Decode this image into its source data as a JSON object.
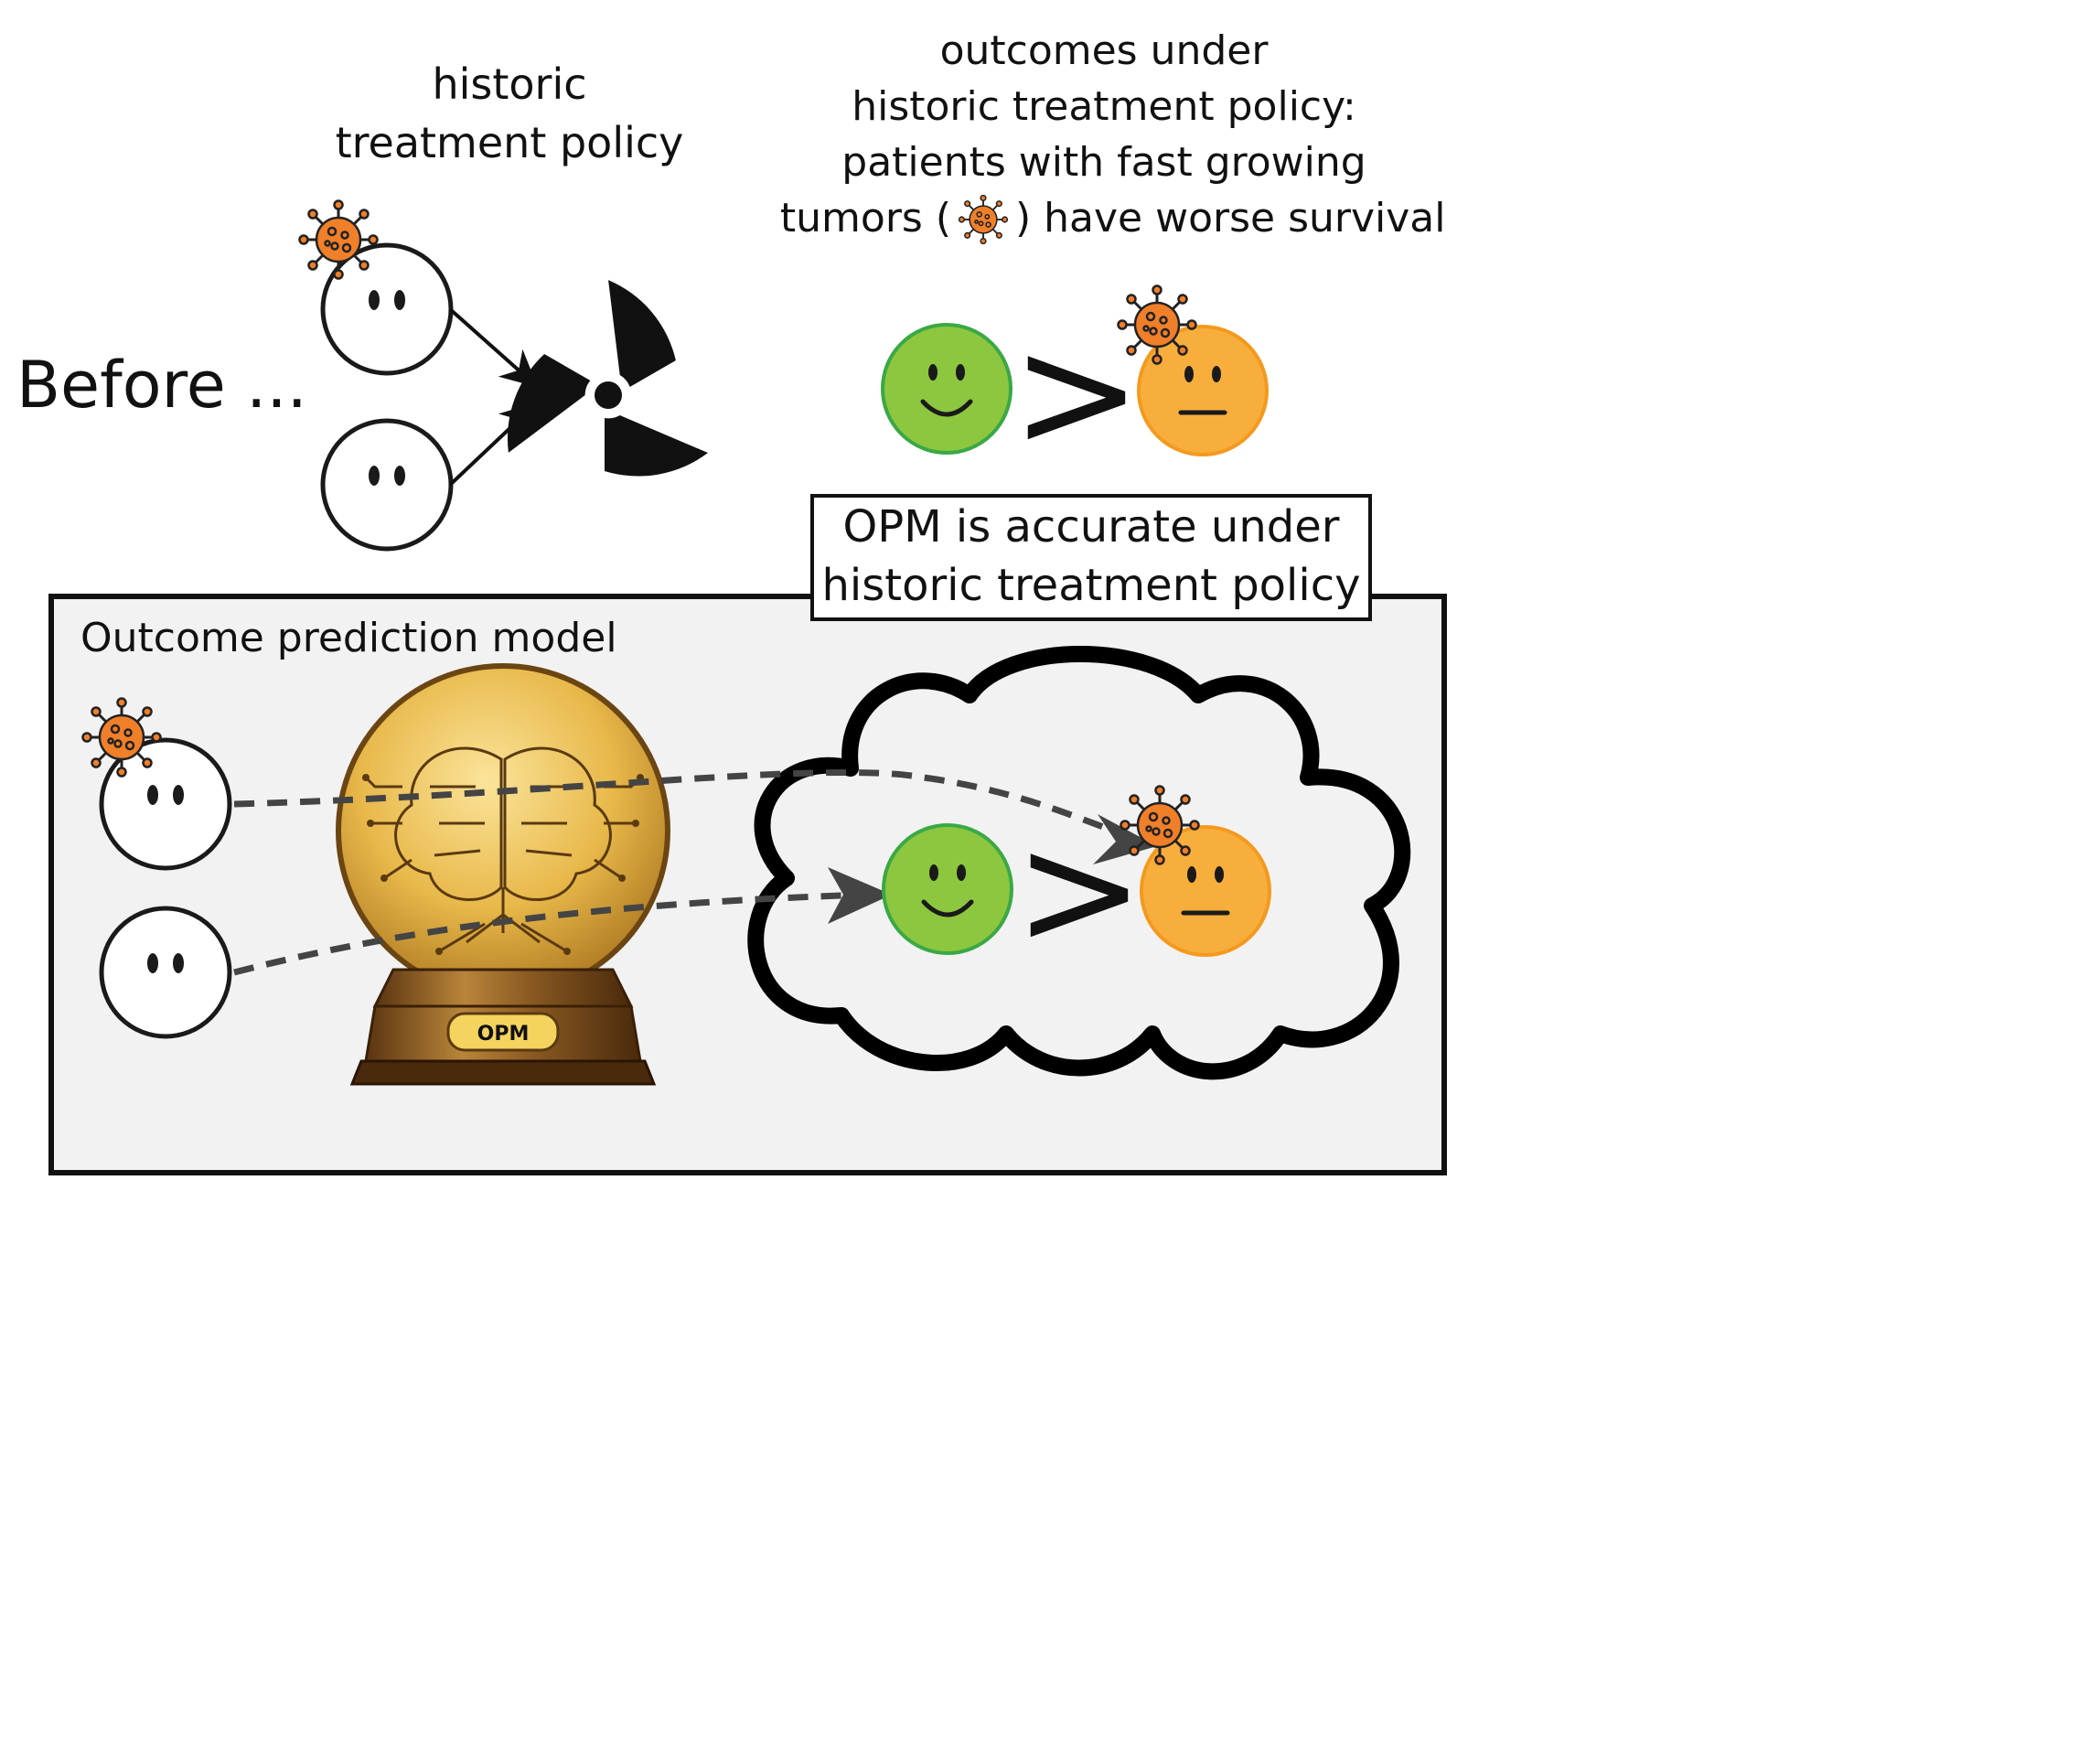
{
  "before_label": "Before ...",
  "historic_policy": {
    "lines": [
      "historic",
      "treatment policy"
    ]
  },
  "outcomes": {
    "lines": [
      "outcomes under",
      "historic treatment policy:",
      "patients with fast growing"
    ],
    "last_line_before": "tumors (",
    "last_line_after": ") have worse survival"
  },
  "comparison_symbol": ">",
  "callout": {
    "lines": [
      "OPM is accurate under",
      "historic treatment policy"
    ]
  },
  "model_panel": {
    "title": "Outcome prediction model",
    "badge_label": "OPM"
  },
  "colors": {
    "good_face": "#8dc63f",
    "good_face_stroke": "#3aa845",
    "neutral_face": "#f7ae3c",
    "neutral_face_stroke": "#f39a1e",
    "tumor": "#f07f2a",
    "panel_bg": "#f2f2f2",
    "arrow_dash": "#444444",
    "crystal_ball": "#e8b84a",
    "stand": "#7a4a1a"
  }
}
